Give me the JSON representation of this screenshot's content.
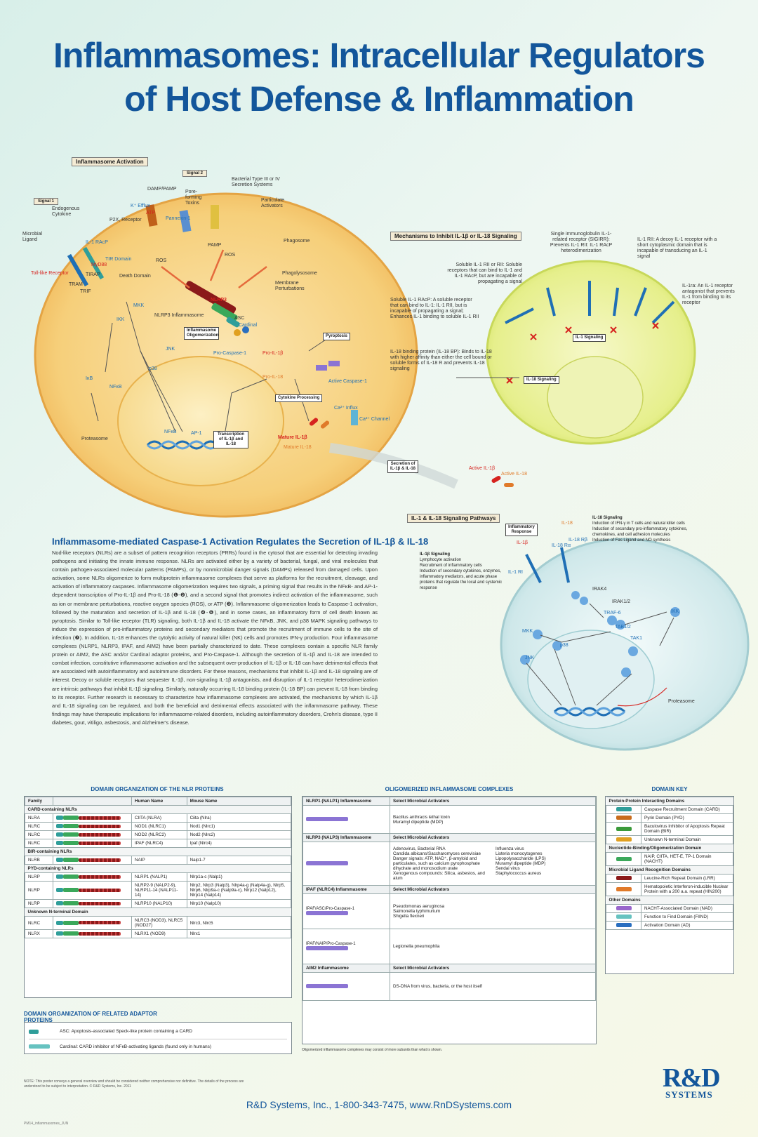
{
  "title": {
    "line1": "Inflammasomes: Intracellular Regulators",
    "line2": "of Host Defense & Inflammation"
  },
  "diagram": {
    "activation_label": "Inflammasome Activation",
    "signal1": "Signal 1",
    "signal2": "Signal 2",
    "labels": {
      "microbial_ligand": "Microbial Ligand",
      "endogenous_cytokine": "Endogenous Cytokine",
      "il1racp": "IL-1 RAcP",
      "tlr": "Toll-like Receptor",
      "tir": "TIR Domain",
      "myd88": "MyD88",
      "death": "Death Domain",
      "tram": "TRAM",
      "trif": "TRIF",
      "tirap": "TIRAP",
      "mkk": "MKK",
      "ikk": "IKK",
      "jnk": "JNK",
      "p38": "p38",
      "ikb": "IκB",
      "nfkb": "NFκB",
      "proteasome": "Proteasome",
      "damp": "DAMP/PAMP",
      "k_efflux": "K⁺ Efflux",
      "atp": "ATP",
      "p2x": "P2X, Receptor",
      "pannexin": "Pannexin-1",
      "pore": "Pore-forming Toxins",
      "bacterial": "Bacterial Type III or IV Secretion Systems",
      "particulate": "Particulate Activators",
      "pamp": "PAMP",
      "ros": "ROS",
      "phagosome": "Phagosome",
      "phagolysosome": "Phagolysosome",
      "membrane": "Membrane Perturbations",
      "nlrp3": "NLRP3",
      "nlrp3_inflammasome": "NLRP3 Inflammasome",
      "asc": "ASC",
      "cardinal": "Cardinal",
      "oligo": "Inflammasome Oligomerization",
      "pro_casp": "Pro-Caspase-1",
      "active_casp": "Active Caspase-1",
      "pyroptosis": "Pyroptosis",
      "pro_il1b": "Pro-IL-1β",
      "pro_il18": "Pro-IL-18",
      "cytokine_processing": "Cytokine Processing",
      "transcription": "Transcription of IL-1β and IL-18",
      "ap1": "AP-1",
      "ca_influx": "Ca²⁺ Influx",
      "ca_channel": "Ca²⁺ Channel",
      "mature_il1b": "Mature IL-1β",
      "mature_il18": "Mature IL-18",
      "secretion": "Secretion of IL-1β & IL-18",
      "active_il1b": "Active IL-1β",
      "active_il18": "Active IL-18"
    },
    "inhibit_label": "Mechanisms to Inhibit IL-1β or IL-18 Signaling",
    "inhibit_notes": {
      "sigirr": "Single immunoglobulin IL-1-related receptor (SIGIRR): Prevents IL-1 RII: IL-1 RAcP heterodimerization",
      "decoy": "IL-1 RII: A decoy IL-1 receptor with a short cytoplasmic domain that is incapable of transducing an IL-1 signal",
      "soluble": "Soluble IL-1 RII or RII: Soluble receptors that can bind to IL-1 and IL-1 RAcP, but are incapable of propagating a signal",
      "soluble_racp": "Soluble IL-1 RAcP: A soluble receptor that can bind to IL-1: IL-1 RII, but is incapable of propagating a signal; Enhances IL-1 binding to soluble IL-1 RII",
      "il1ra": "IL-1ra: An IL-1 receptor antagonist that prevents IL-1 from binding to its receptor",
      "il18bp": "IL-18 binding protein (IL-18 BP): Binds to IL-18 with higher affinity than either the cell bound or soluble forms of IL-18 R and prevents IL-18 signaling",
      "il1_signaling": "IL-1 Signaling",
      "il18_signaling": "IL-18 Signaling"
    },
    "pathways_label": "IL-1 & IL-18 Signaling Pathways",
    "inflammatory_response": "Inflammatory Response",
    "il1b_signaling": {
      "title": "IL-1β Signaling",
      "items": [
        "Lymphocyte activation",
        "Recruitment of inflammatory cells",
        "Induction of secondary cytokines, enzymes, inflammatory mediators, and acute phase proteins that regulate the local and systemic response"
      ]
    },
    "il18_signaling_info": {
      "title": "IL-18 Signaling",
      "items": [
        "Induction of IFN-γ in T cells and natural killer cells",
        "Induction of secondary pro-inflammatory cytokines, chemokines, and cell adhesion molecules",
        "Induction of Fas Ligand and NO synthesis"
      ]
    },
    "pathway_nodes": {
      "irak4": "IRAK4",
      "irak12": "IRAK1/2",
      "traf6": "TRAF-6",
      "tab12": "TAB1/2",
      "tak1": "TAK1",
      "il18rb": "IL-18 Rβ",
      "il18ra": "IL-18 Rα",
      "il1ri": "IL-1 RI",
      "il1b": "IL-1β",
      "il18": "IL-18"
    }
  },
  "text_section": {
    "heading": "Inflammasome-mediated Caspase-1 Activation Regulates the Secretion of IL-1β & IL-18",
    "body": "Nod-like receptors (NLRs) are a subset of pattern recognition receptors (PRRs) found in the cytosol that are essential for detecting invading pathogens and initiating the innate immune response. NLRs are activated either by a variety of bacterial, fungal, and viral molecules that contain pathogen-associated molecular patterns (PAMPs), or by nonmicrobial danger signals (DAMPs) released from damaged cells. Upon activation, some NLRs oligomerize to form multiprotein inflammasome complexes that serve as platforms for the recruitment, cleavage, and activation of inflammatory caspases. Inflammasome oligomerization requires two signals, a priming signal that results in the NFκB- and AP-1-dependent transcription of Pro-IL-1β and Pro-IL-18 (❶-❷), and a second signal that promotes indirect activation of the inflammasome, such as ion or membrane perturbations, reactive oxygen species (ROS), or ATP (❸). Inflammasome oligomerization leads to Caspase-1 activation, followed by the maturation and secretion of IL-1β and IL-18 (❹-❻), and in some cases, an inflammatory form of cell death known as pyroptosis. Similar to Toll-like receptor (TLR) signaling, both IL-1β and IL-18 activate the NFκB, JNK, and p38 MAPK signaling pathways to induce the expression of pro-inflammatory proteins and secondary mediators that promote the recruitment of immune cells to the site of infection (❼). In addition, IL-18 enhances the cytolytic activity of natural killer (NK) cells and promotes IFN-γ production. Four inflammasome complexes (NLRP1, NLRP3, IPAF, and AIM2) have been partially characterized to date. These complexes contain a specific NLR family protein or AIM2, the ASC and/or Cardinal adaptor proteins, and Pro-Caspase-1. Although the secretion of IL-1β and IL-18 are intended to combat infection, constitutive inflammasome activation and the subsequent over-production of IL-1β or IL-18 can have detrimental effects that are associated with autoinflammatory and autoimmune disorders. For these reasons, mechanisms that inhibit IL-1β and IL-18 signaling are of interest. Decoy or soluble receptors that sequester IL-1β, non-signaling IL-1β antagonists, and disruption of IL-1 receptor heterodimerization are intrinsic pathways that inhibit IL-1β signaling. Similarly, naturally occurring IL-18 binding protein (IL-18 BP) can prevent IL-18 from binding to its receptor. Further research is necessary to characterize how inflammasome complexes are activated, the mechanisms by which IL-1β and IL-18 signaling can be regulated, and both the beneficial and detrimental effects associated with the inflammasome pathway. These findings may have therapeutic implications for inflammasome-related disorders, including autoinflammatory disorders, Crohn's disease, type II diabetes, gout, vitiligo, asbestosis, and Alzheimer's disease."
  },
  "nlr_table": {
    "title": "DOMAIN ORGANIZATION OF THE NLR PROTEINS",
    "headers": [
      "Family",
      "",
      "Human Name",
      "Mouse Name"
    ],
    "groups": [
      {
        "name": "CARD-containing NLRs",
        "rows": [
          [
            "NLRA",
            "CIITA (NLRA)",
            "Ciita (Nlra)"
          ],
          [
            "NLRC",
            "NOD1 (NLRC1)",
            "Nod1 (Nlrc1)"
          ],
          [
            "NLRC",
            "NOD2 (NLRC2)",
            "Nod2 (Nlrc2)"
          ],
          [
            "NLRC",
            "IPAF (NLRC4)",
            "Ipaf (Nlrc4)"
          ]
        ]
      },
      {
        "name": "BIR-containing NLRs",
        "rows": [
          [
            "NLRB",
            "NAIP",
            "Naip1-7"
          ]
        ]
      },
      {
        "name": "PYD-containing NLRs",
        "rows": [
          [
            "NLRP",
            "NLRP1 (NALP1)",
            "Nlrp1a-c (Nalp1)"
          ],
          [
            "NLRP",
            "NLRP2-9 (NALP2-9), NLRP11-14 (NALP11-14)",
            "Nlrp2, Nlrp3 (Nalp3), Nlrp4a-g (Nalp4a-g), Nlrp5, Nlrp6, Nlrp9a-c (Nalp9a-c), Nlrp12 (Nalp12), Nlrp14 (Nalp14)"
          ],
          [
            "NLRP",
            "NLRP10 (NALP10)",
            "Nlrp10 (Nalp10)"
          ]
        ]
      },
      {
        "name": "Unknown N-terminal Domain",
        "rows": [
          [
            "NLRC",
            "NLRC3 (NOD3), NLRC5 (NOD27)",
            "Nlrc3, Nlrc5"
          ],
          [
            "NLRX",
            "NLRX1 (NOD9)",
            "Nlrx1"
          ]
        ]
      }
    ]
  },
  "adaptor_table": {
    "title": "DOMAIN ORGANIZATION OF RELATED ADAPTOR PROTEINS",
    "rows": [
      "ASC: Apoptosis-associated Speck-like protein containing a CARD",
      "Cardinal: CARD inhibitor of NFκB-activating ligands (found only in humans)"
    ]
  },
  "complex_table": {
    "title": "OLIGOMERIZED INFLAMMASOME COMPLEXES",
    "col2": "Select Microbial Activators",
    "rows": [
      {
        "name": "NLRP1 (NALP1) Inflammasome",
        "activators": [
          "Bacillus anthracis lethal toxin",
          "Muramyl dipeptide (MDP)"
        ]
      },
      {
        "name": "NLRP3 (NALP3) Inflammasome",
        "activators": [
          "Adenovirus, Bacterial RNA",
          "Candida albicans/Saccharomyces cerevisiae",
          "Danger signals: ATP, NAD⁺, β-amyloid and particulates, such as calcium pyrophosphate dihydrate and monosodium urate",
          "Xenogenous compounds: Silica, asbestos, and alum"
        ],
        "activators2": [
          "Influenza virus",
          "Listeria monocytogenes",
          "Lipopolysaccharide (LPS)",
          "Muramyl dipeptide (MDP)",
          "Sendai virus",
          "Staphylococcus aureus"
        ]
      },
      {
        "name": "IPAF (NLRC4) Inflammasome",
        "sub": "IPAF/ASC/Pro-Caspase-1",
        "activators": [
          "Pseudomonas aeruginosa",
          "Salmonella typhimurium",
          "Shigella flexneri"
        ]
      },
      {
        "name": "",
        "sub": "IPAF/NAIP/Pro-Caspase-1",
        "activators": [
          "Legionella pneumophila"
        ]
      },
      {
        "name": "AIM2 Inflammasome",
        "activators": [
          "DS-DNA from virus, bacteria, or the host itself"
        ]
      }
    ],
    "footnote": "Oligomerized inflammasome complexes may consist of more subunits than what is shown."
  },
  "domain_key": {
    "title": "DOMAIN KEY",
    "groups": [
      {
        "name": "Protein-Protein Interacting Domains",
        "items": [
          {
            "label": "Caspase Recruitment Domain (CARD)",
            "color": "#2f9e9a"
          },
          {
            "label": "Pyrin Domain (PYD)",
            "color": "#c86c1c"
          },
          {
            "label": "Baculovirus Inhibitor of Apoptosis Repeat Domain (BIR)",
            "color": "#3a9a3a"
          },
          {
            "label": "Unknown N-terminal Domain",
            "color": "#e0a020"
          }
        ]
      },
      {
        "name": "Nucleotide-Binding/Oligomerization Domain",
        "items": [
          {
            "label": "NAIP, CIITA, HET-E, TP-1 Domain (NACHT)",
            "color": "#3aa85a"
          }
        ]
      },
      {
        "name": "Microbial Ligand Recognition Domains",
        "items": [
          {
            "label": "Leucine-Rich Repeat Domain (LRR)",
            "color": "#8b1a1a"
          },
          {
            "label": "Hematopoietic Interferon-inducible Nuclear Protein with a 200 a.a. repeat (HIN200)",
            "color": "#e07a2a"
          }
        ]
      },
      {
        "name": "Other Domains",
        "items": [
          {
            "label": "NACHT-Associated Domain (NAD)",
            "color": "#9966cc"
          },
          {
            "label": "Function to Find Domain (FIIND)",
            "color": "#66c2c0"
          },
          {
            "label": "Activation Domain (AD)",
            "color": "#2a6fc0"
          }
        ]
      }
    ]
  },
  "footer": {
    "note": "NOTE: This poster conveys a general overview and should be considered neither comprehensive nor definitive. The details of the process are understood to be subject to interpretation. © R&D Systems, Inc. 2011",
    "company": "R&D Systems, Inc., 1-800-343-7475, www.RnDSystems.com",
    "logo": "R&D",
    "logo_sub": "SYSTEMS",
    "code": "PM14_inflammasomes_JUN"
  }
}
